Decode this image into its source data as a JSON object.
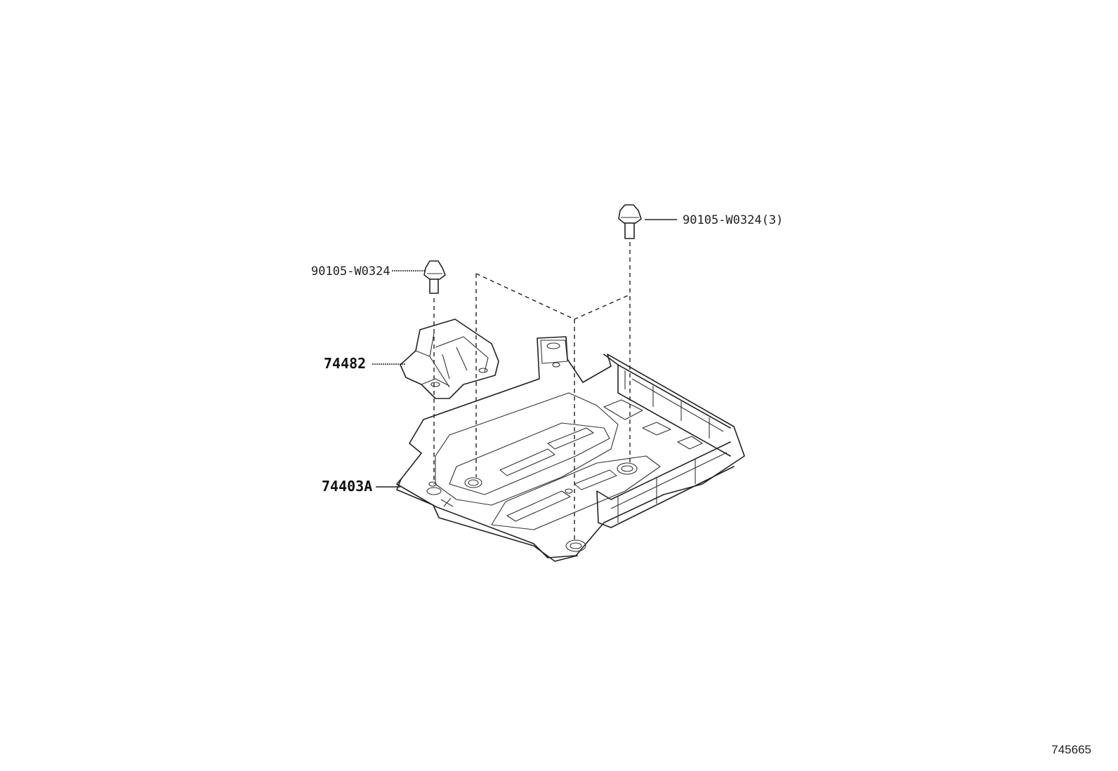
{
  "parts": {
    "bolt_right": "90105-W0324(3)",
    "bolt_left": "90105-W0324",
    "bracket": "74482",
    "cover": "74403A"
  },
  "catalog_number": "745665",
  "colors": {
    "line": "#222222",
    "background": "#ffffff"
  }
}
